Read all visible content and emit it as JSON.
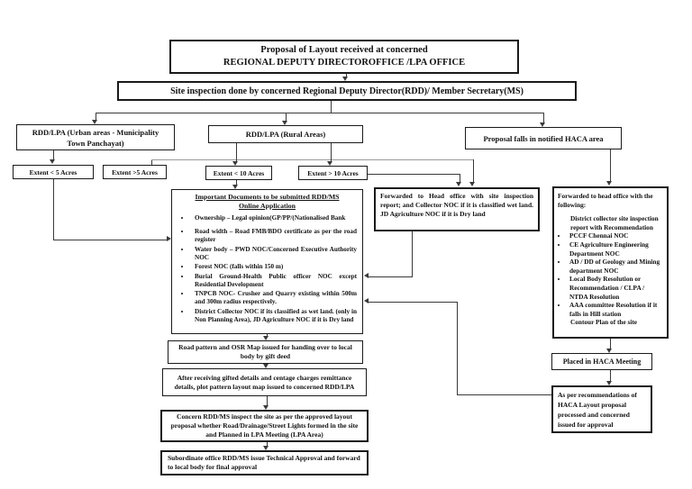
{
  "colors": {
    "background": "#ffffff",
    "text": "#111111",
    "border": "#1a1a1a",
    "line": "#3a3a3a",
    "route_line": "#9a9a9a"
  },
  "nodes": {
    "title_line1": "Proposal of Layout received at concerned",
    "title_line2": "REGIONAL DEPUTY DIRECTOROFFICE /LPA OFFICE",
    "site_inspection": "Site inspection done by concerned Regional Deputy Director(RDD)/ Member Secretary(MS)",
    "urban_line1": "RDD/LPA (Urban areas - Municipality",
    "urban_line2": "Town Panchayat)",
    "rural": "RDD/LPA (Rural Areas)",
    "haca": "Proposal  falls in notified HACA area",
    "extent_lt5": "Extent < 5 Acres",
    "extent_gt5": "Extent >5 Acres",
    "extent_lt10": "Extent < 10 Acres",
    "extent_gt10": "Extent > 10 Acres",
    "important_docs": {
      "heading_line1": "Important Documents to be submitted RDD/MS",
      "heading_line2": "Online Application",
      "bullets": [
        "Ownership – Legal opinion(GP/PP/(Nationalised Bank",
        "Road width – Road FMB/BDO certificate as per the road register",
        "Water body – PWD NOC/Concerned Executive Authority NOC",
        "Forest NOC (falls within 150 m)",
        "Burial Ground-Health Public officer NOC except Residential Development",
        "TNPCB NOC- Crusher and Quarry existing within 500m and 300m radius respectively.",
        "District Collector NOC if its classified as wet land. (only in Non Planning Area), JD Agriculture NOC if it is Dry land"
      ]
    },
    "fwd_mid": "Forwarded to Head office with site inspection report; and Collector NOC if it is classified wet land. JD Agriculture NOC if it is Dry land",
    "fwd_right": {
      "intro": "Forwarded to head office with the following:",
      "lead_item": "District collector site inspection report  with Recommendation",
      "bullets": [
        "PCCF Chennai NOC",
        "CE Agriculture Engineering Department  NOC",
        "AD / DD of Geology  and Mining department  NOC",
        "Local Body Resolution  or Recommendation / CLPA / NTDA Resolution",
        "AAA committee Resolution if it falls in Hill station"
      ],
      "tail_item": "Contour Plan of the site"
    },
    "road_pattern": "Road pattern and OSR Map  issued for handing over to local body by gift deed",
    "after_receiving": "After receiving  gifted details and centage charges remittance details, plot pattern layout map issued to concerned RDD/LPA",
    "concern_rdd": "Concern RDD/MS inspect the site as per the approved layout proposal whether Road/Drainage/Street Lights formed in the site and Planned in LPA Meeting (LPA Area)",
    "subordinate": "Subordinate office RDD/MS issue Technical Approval and forward to local body for final approval",
    "placed_haca": "Placed in HACA Meeting",
    "as_per_rec": "As per recommendations of HACA  Layout proposal processed and concerned issued for approval"
  }
}
